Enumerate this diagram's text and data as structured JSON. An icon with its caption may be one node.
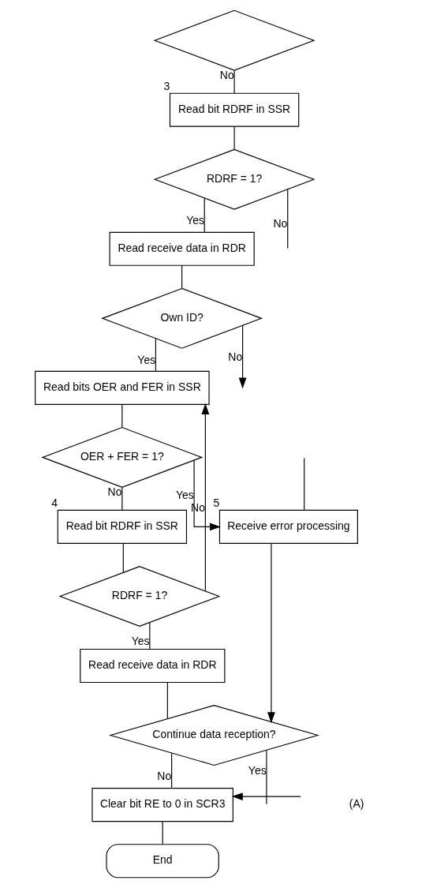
{
  "diagram": {
    "nodes": [
      {
        "text": [],
        "shape": "diamond"
      },
      {
        "text": [
          "Read bit RDRF in SSR"
        ],
        "beside": [
          "3"
        ]
      },
      {
        "text": [
          "RDRF = 1?"
        ]
      },
      {
        "text": [
          "Read receive data in RDR"
        ]
      },
      {
        "text": [
          "Own ID?"
        ]
      },
      {
        "text": [
          "Read bits OER and FER in SSR"
        ]
      },
      {
        "text": [
          "OER + FER = 1?"
        ]
      },
      {
        "text": [
          "Read bit RDRF in SSR"
        ],
        "beside": [
          "4"
        ]
      },
      {
        "text": [
          "RDRF = 1?"
        ]
      },
      {
        "text": [
          "Read receive data in RDR"
        ]
      },
      {
        "text": [
          "Receive error processing"
        ],
        "beside": [
          "5"
        ]
      },
      {
        "text": [
          "Continue data reception?"
        ]
      },
      {
        "text": [
          "Clear bit RE to 0 in SCR3"
        ]
      },
      {
        "text": [
          "End"
        ]
      },
      {
        "text": [
          "(A)"
        ]
      }
    ],
    "edges": [
      {
        "from": 0,
        "to": 1,
        "arrow": "none",
        "label": "No"
      },
      {
        "from": 1,
        "to": 2,
        "arrow": "none"
      },
      {
        "from": 2,
        "to": null,
        "arrow": "none",
        "label": "No"
      },
      {
        "from": 2,
        "to": 3,
        "arrow": "none",
        "label": "Yes"
      },
      {
        "from": 3,
        "to": 4,
        "arrow": "none"
      },
      {
        "from": 4,
        "to": null,
        "arrow": "to",
        "label": "No"
      },
      {
        "from": 4,
        "to": 5,
        "arrow": "none",
        "label": "Yes"
      },
      {
        "from": 5,
        "to": 6,
        "arrow": "none"
      },
      {
        "from": 6,
        "to": 10,
        "arrow": "to",
        "label": "Yes"
      },
      {
        "from": 6,
        "to": 7,
        "arrow": "none",
        "label": "No"
      },
      {
        "from": 7,
        "to": 8,
        "arrow": "none"
      },
      {
        "from": 8,
        "to": 5,
        "arrow": "to",
        "label": "No"
      },
      {
        "from": 8,
        "to": 9,
        "arrow": "none",
        "label": "Yes"
      },
      {
        "from": null,
        "to": 10,
        "arrow": "none"
      },
      {
        "from": 9,
        "to": 11,
        "arrow": "none"
      },
      {
        "from": 10,
        "to": 11,
        "arrow": "to"
      },
      {
        "from": 11,
        "to": null,
        "arrow": "none",
        "label": "Yes"
      },
      {
        "from": 11,
        "to": 12,
        "arrow": "none",
        "label": "No"
      },
      {
        "from": 14,
        "to": 12,
        "arrow": "to"
      },
      {
        "from": 12,
        "to": 13,
        "arrow": "none"
      }
    ]
  }
}
